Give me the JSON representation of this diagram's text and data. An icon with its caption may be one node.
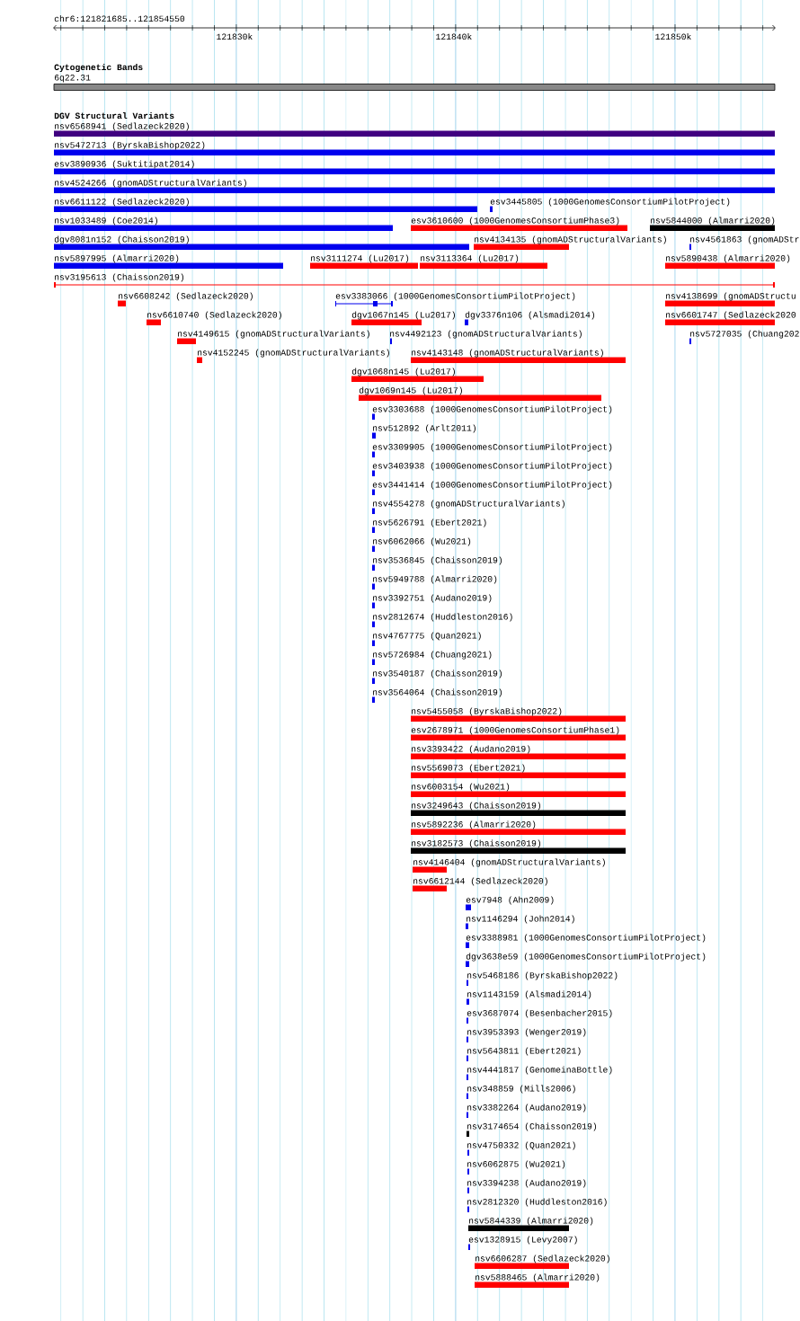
{
  "diagram": {
    "nodes": [
      {
        "text": [
          "6q22.31"
        ]
      },
      {
        "text": [
          "nsv6568941 (Sedlazeck2020)"
        ]
      },
      {
        "text": [
          "nsv5472713 (ByrskaBishop2022)"
        ]
      },
      {
        "text": [
          "esv3890936 (Suktitipat2014)"
        ]
      },
      {
        "text": [
          "nsv4524266 (gnomADStructuralVariants)"
        ]
      },
      {
        "text": [
          "nsv6611122 (Sedlazeck2020)"
        ]
      },
      {
        "text": [
          "esv3445805 (1000GenomesConsortiumPilotProject)"
        ]
      },
      {
        "text": [
          "nsv1033489 (Coe2014)"
        ]
      },
      {
        "text": [
          "esv3610600 (1000GenomesConsortiumPhase3)"
        ]
      },
      {
        "text": [
          "nsv5844000 (Almarri2020)"
        ]
      },
      {
        "text": [
          "dgv8081n152 (Chaisson2019)"
        ]
      },
      {
        "text": [
          "nsv4134135 (gnomADStructuralVariants)"
        ]
      },
      {
        "text": [
          "nsv4561863 (gnomADStr"
        ]
      },
      {
        "text": [
          "nsv5897995 (Almarri2020)"
        ]
      },
      {
        "text": [
          "nsv3111274 (Lu2017)"
        ]
      },
      {
        "text": [
          "nsv3113364 (Lu2017)"
        ]
      },
      {
        "text": [
          "nsv5890438 (Almarri2020)"
        ]
      },
      {
        "text": [
          "nsv3195613 (Chaisson2019)"
        ]
      },
      {
        "text": [
          "nsv6608242 (Sedlazeck2020)"
        ]
      },
      {
        "text": [
          "esv3383066 (1000GenomesConsortiumPilotProject)"
        ]
      },
      {
        "text": [
          "nsv4138699 (gnomADStructu"
        ]
      },
      {
        "text": [
          "nsv6610740 (Sedlazeck2020)"
        ]
      },
      {
        "text": [
          "dgv1067n145 (Lu2017)"
        ]
      },
      {
        "text": [
          "dgv3376n106 (Alsmadi2014)"
        ]
      },
      {
        "text": [
          "nsv6601747 (Sedlazeck2020"
        ]
      },
      {
        "text": [
          "nsv4149615 (gnomADStructuralVariants)"
        ]
      },
      {
        "text": [
          "nsv4492123 (gnomADStructuralVariants)"
        ]
      },
      {
        "text": [
          "nsv5727035 (Chuang202"
        ]
      },
      {
        "text": [
          "nsv4152245 (gnomADStructuralVariants)"
        ]
      },
      {
        "text": [
          "nsv4143148 (gnomADStructuralVariants)"
        ]
      },
      {
        "text": [
          "dgv1068n145 (Lu2017)"
        ]
      },
      {
        "text": [
          "dgv1069n145 (Lu2017)"
        ]
      },
      {
        "text": [
          "esv3303688 (1000GenomesConsortiumPilotProject)"
        ]
      },
      {
        "text": [
          "nsv512892 (Arlt2011)"
        ]
      },
      {
        "text": [
          "esv3309905 (1000GenomesConsortiumPilotProject)"
        ]
      },
      {
        "text": [
          "esv3403938 (1000GenomesConsortiumPilotProject)"
        ]
      },
      {
        "text": [
          "esv3441414 (1000GenomesConsortiumPilotProject)"
        ]
      },
      {
        "text": [
          "nsv4554278 (gnomADStructuralVariants)"
        ]
      },
      {
        "text": [
          "nsv5626791 (Ebert2021)"
        ]
      },
      {
        "text": [
          "nsv6062066 (Wu2021)"
        ]
      },
      {
        "text": [
          "nsv3536845 (Chaisson2019)"
        ]
      },
      {
        "text": [
          "nsv5949788 (Almarri2020)"
        ]
      },
      {
        "text": [
          "nsv3392751 (Audano2019)"
        ]
      },
      {
        "text": [
          "nsv2812674 (Huddleston2016)"
        ]
      },
      {
        "text": [
          "nsv4767775 (Quan2021)"
        ]
      },
      {
        "text": [
          "nsv5726984 (Chuang2021)"
        ]
      },
      {
        "text": [
          "nsv3540187 (Chaisson2019)"
        ]
      },
      {
        "text": [
          "nsv3564064 (Chaisson2019)"
        ]
      },
      {
        "text": [
          "nsv5455058 (ByrskaBishop2022)"
        ]
      },
      {
        "text": [
          "esv2678971 (1000GenomesConsortiumPhase1)"
        ]
      },
      {
        "text": [
          "nsv3393422 (Audano2019)"
        ]
      },
      {
        "text": [
          "nsv5569073 (Ebert2021)"
        ]
      },
      {
        "text": [
          "nsv6003154 (Wu2021)"
        ]
      },
      {
        "text": [
          "nsv3249643 (Chaisson2019)"
        ]
      },
      {
        "text": [
          "nsv5892236 (Almarri2020)"
        ]
      },
      {
        "text": [
          "nsv3182573 (Chaisson2019)"
        ]
      },
      {
        "text": [
          "nsv4146404 (gnomADStructuralVariants)"
        ]
      },
      {
        "text": [
          "nsv6612144 (Sedlazeck2020)"
        ]
      },
      {
        "text": [
          "esv7948 (Ahn2009)"
        ]
      },
      {
        "text": [
          "nsv1146294 (John2014)"
        ]
      },
      {
        "text": [
          "esv3388981 (1000GenomesConsortiumPilotProject)"
        ]
      },
      {
        "text": [
          "dgv3638e59 (1000GenomesConsortiumPilotProject)"
        ]
      },
      {
        "text": [
          "nsv5468186 (ByrskaBishop2022)"
        ]
      },
      {
        "text": [
          "nsv1143159 (Alsmadi2014)"
        ]
      },
      {
        "text": [
          "esv3687074 (Besenbacher2015)"
        ]
      },
      {
        "text": [
          "nsv3953393 (Wenger2019)"
        ]
      },
      {
        "text": [
          "nsv5643811 (Ebert2021)"
        ]
      },
      {
        "text": [
          "nsv4441817 (GenomeinaBottle)"
        ]
      },
      {
        "text": [
          "nsv348859 (Mills2006)"
        ]
      },
      {
        "text": [
          "nsv3382264 (Audano2019)"
        ]
      },
      {
        "text": [
          "nsv3174654 (Chaisson2019)"
        ]
      },
      {
        "text": [
          "nsv4750332 (Quan2021)"
        ]
      },
      {
        "text": [
          "nsv6062875 (Wu2021)"
        ]
      },
      {
        "text": [
          "nsv3394238 (Audano2019)"
        ]
      },
      {
        "text": [
          "nsv2812320 (Huddleston2016)"
        ]
      },
      {
        "text": [
          "nsv5844339 (Almarri2020)"
        ]
      },
      {
        "text": [
          "esv1328915 (Levy2007)"
        ]
      },
      {
        "text": [
          "nsv6606287 (Sedlazeck2020)"
        ]
      },
      {
        "text": [
          "nsv5888465 (Almarri2020)"
        ]
      }
    ],
    "labels": [
      "chr6:121821685..121854550",
      "121830k",
      "121840k",
      "121850k",
      "Cytogenetic Bands",
      "DGV Structural Variants"
    ]
  }
}
